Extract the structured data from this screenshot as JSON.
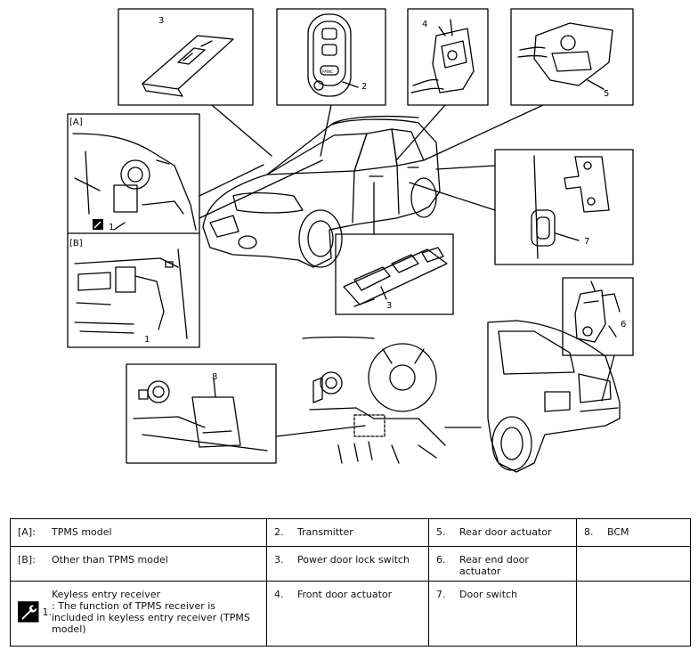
{
  "callouts": {
    "c1a": "1",
    "c1b": "1",
    "c2": "2",
    "c3a": "3",
    "c3b": "3",
    "c4": "4",
    "c5": "5",
    "c6": "6",
    "c7": "7",
    "c8": "8",
    "panel_a": "[A]",
    "panel_b": "[B]",
    "fob_small": "PANIC"
  },
  "legend": {
    "rows": [
      [
        {
          "key": "[A]:",
          "text": "TPMS model"
        },
        {
          "key": "2.",
          "text": "Transmitter"
        },
        {
          "key": "5.",
          "text": "Rear door actuator"
        },
        {
          "key": "8.",
          "text": "BCM"
        }
      ],
      [
        {
          "key": "[B]:",
          "text": "Other than TPMS model"
        },
        {
          "key": "3.",
          "text": "Power door lock switch"
        },
        {
          "key": "6.",
          "text": "Rear end door actuator"
        },
        {
          "key": "",
          "text": ""
        }
      ],
      [
        {
          "key": "1.",
          "text": "Keyless entry receiver",
          "note": ": The function of TPMS receiver is included in keyless entry receiver (TPMS model)",
          "icon": "wrench-note-icon"
        },
        {
          "key": "4.",
          "text": "Front door actuator"
        },
        {
          "key": "7.",
          "text": "Door switch"
        },
        {
          "key": "",
          "text": ""
        }
      ]
    ]
  }
}
